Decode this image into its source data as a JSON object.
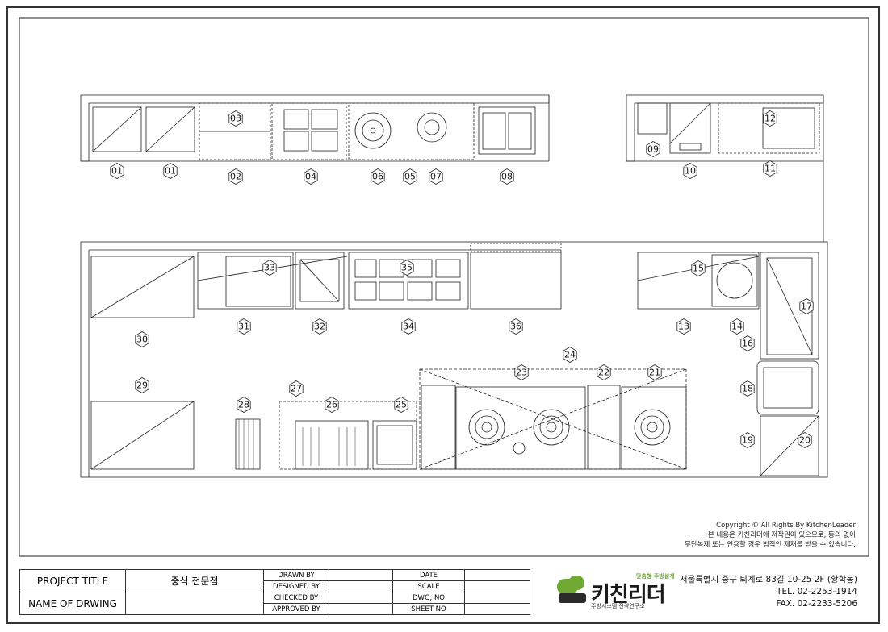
{
  "labels": [
    "01",
    "01",
    "02",
    "03",
    "04",
    "05",
    "06",
    "07",
    "08",
    "09",
    "10",
    "11",
    "12",
    "13",
    "14",
    "15",
    "16",
    "17",
    "18",
    "19",
    "20",
    "21",
    "22",
    "23",
    "24",
    "25",
    "26",
    "27",
    "28",
    "29",
    "30",
    "31",
    "32",
    "33",
    "34",
    "35",
    "36"
  ],
  "copyright": {
    "line1": "Copyright © All Rights By KitchenLeader",
    "line2": "본 내용은 키친리더에 저작권이 있으므로, 동의 없이",
    "line3": "무단복제 또는 인용할 경우 법적인 제재를 받을 수 있습니다."
  },
  "title_block": {
    "project_title_label": "PROJECT TITLE",
    "project_title_value": "중식 전문점",
    "name_of_drawing_label": "NAME OF DRWING",
    "drawn_by": "DRAWN BY",
    "designed_by": "DESIGNED BY",
    "checked_by": "CHECKED BY",
    "approved_by": "APPROVED BY",
    "date": "DATE",
    "scale": "SCALE",
    "dwg_no": "DWG, NO",
    "sheet_no": "SHEET NO"
  },
  "logo": {
    "name": "키친리더",
    "tagline": "맞춤형 주방설계",
    "subtitle": "주방시스템 전략연구소",
    "mark_color": "#6fa832"
  },
  "address": {
    "line1": "서울특별시 중구 퇴계로 83길 10-25 2F (황학동)",
    "line2": "TEL. 02-2253-1914",
    "line3": "FAX. 02-2233-5206"
  }
}
